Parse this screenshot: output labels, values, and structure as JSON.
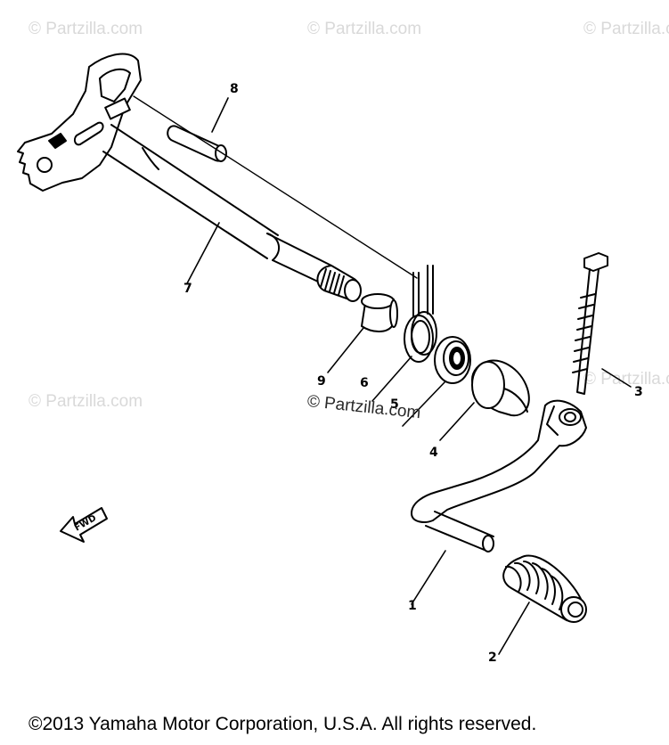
{
  "watermarks": {
    "text": "© Partzilla.com",
    "main": "© Partzilla.com"
  },
  "callouts": [
    "1",
    "2",
    "3",
    "4",
    "5",
    "6",
    "7",
    "8",
    "9"
  ],
  "fwd_label": "FWD",
  "copyright": "©2013 Yamaha Motor Corporation, U.S.A. All rights reserved."
}
